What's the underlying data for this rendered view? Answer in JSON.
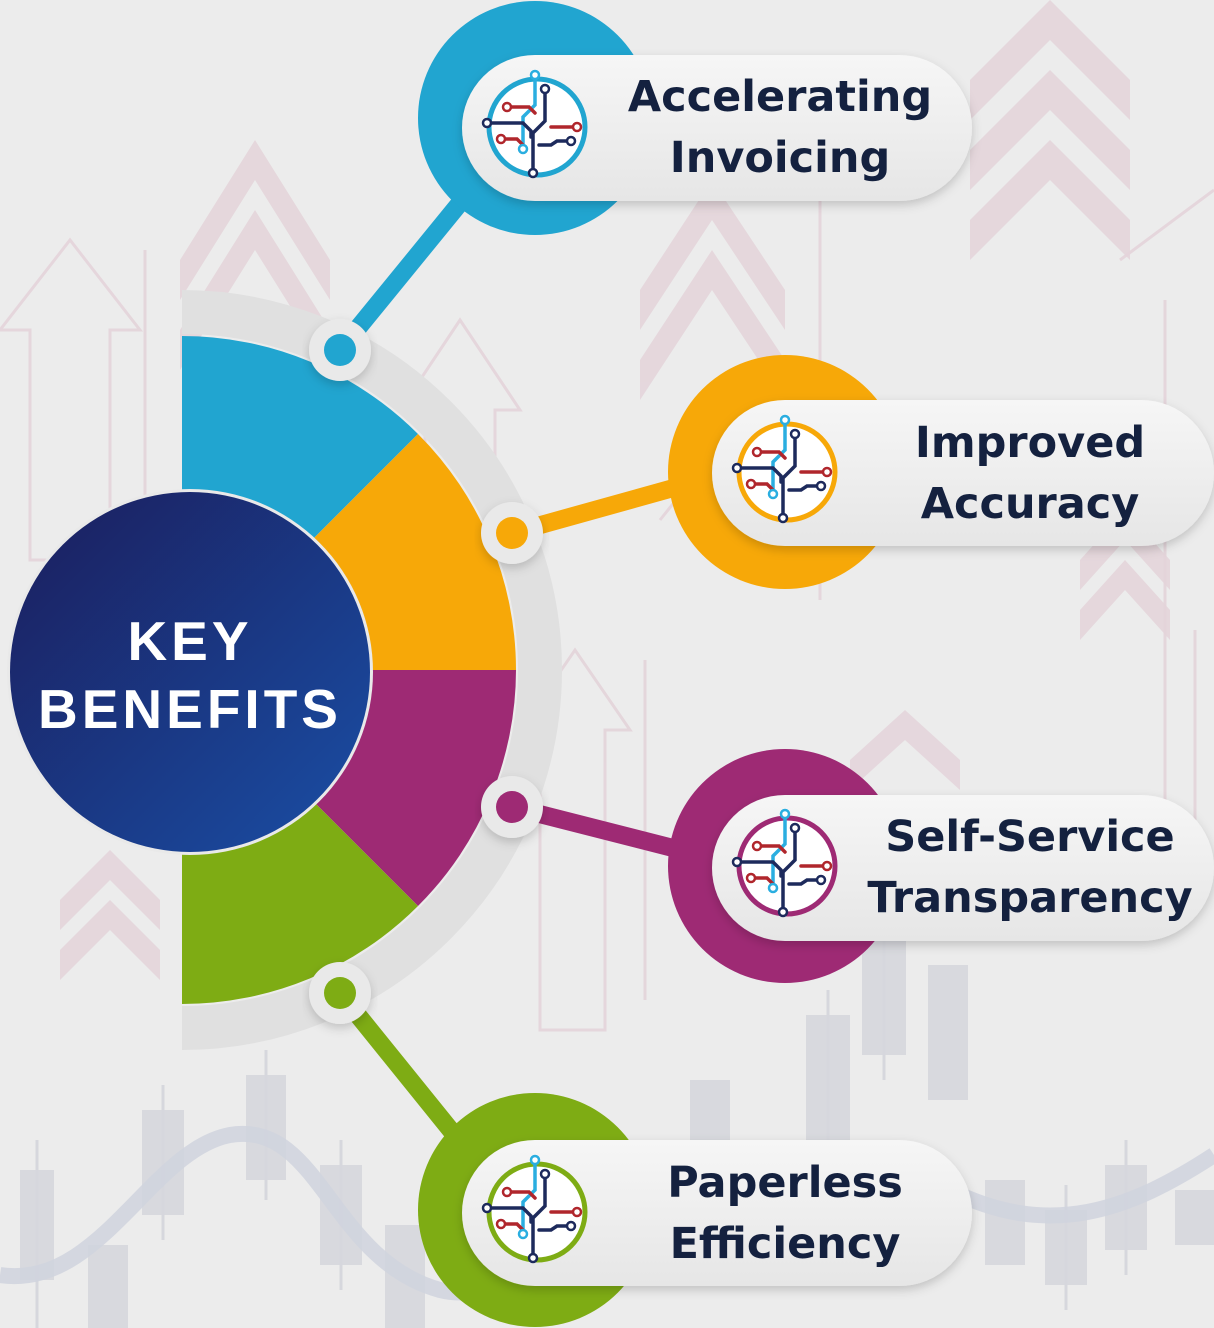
{
  "center": {
    "line1": "KEY",
    "line2": "BENEFITS"
  },
  "benefits": [
    {
      "line1": "Accelerating",
      "line2": "Invoicing",
      "color": "#21a5d0"
    },
    {
      "line1": "Improved",
      "line2": "Accuracy",
      "color": "#f7a808"
    },
    {
      "line1": "Self-Service",
      "line2": "Transparency",
      "color": "#9e2a74"
    },
    {
      "line1": "Paperless",
      "line2": "Efficiency",
      "color": "#7eac14"
    }
  ],
  "colors": {
    "background": "#ececec",
    "center_circle_dark": "#1b1d5c",
    "center_circle_light": "#1a4fa6",
    "label_text": "#14213f",
    "background_arrows": "#e4d4da",
    "background_candles": "#d6d7dd"
  },
  "icons": {
    "benefit_icon": "circuit-icon"
  }
}
